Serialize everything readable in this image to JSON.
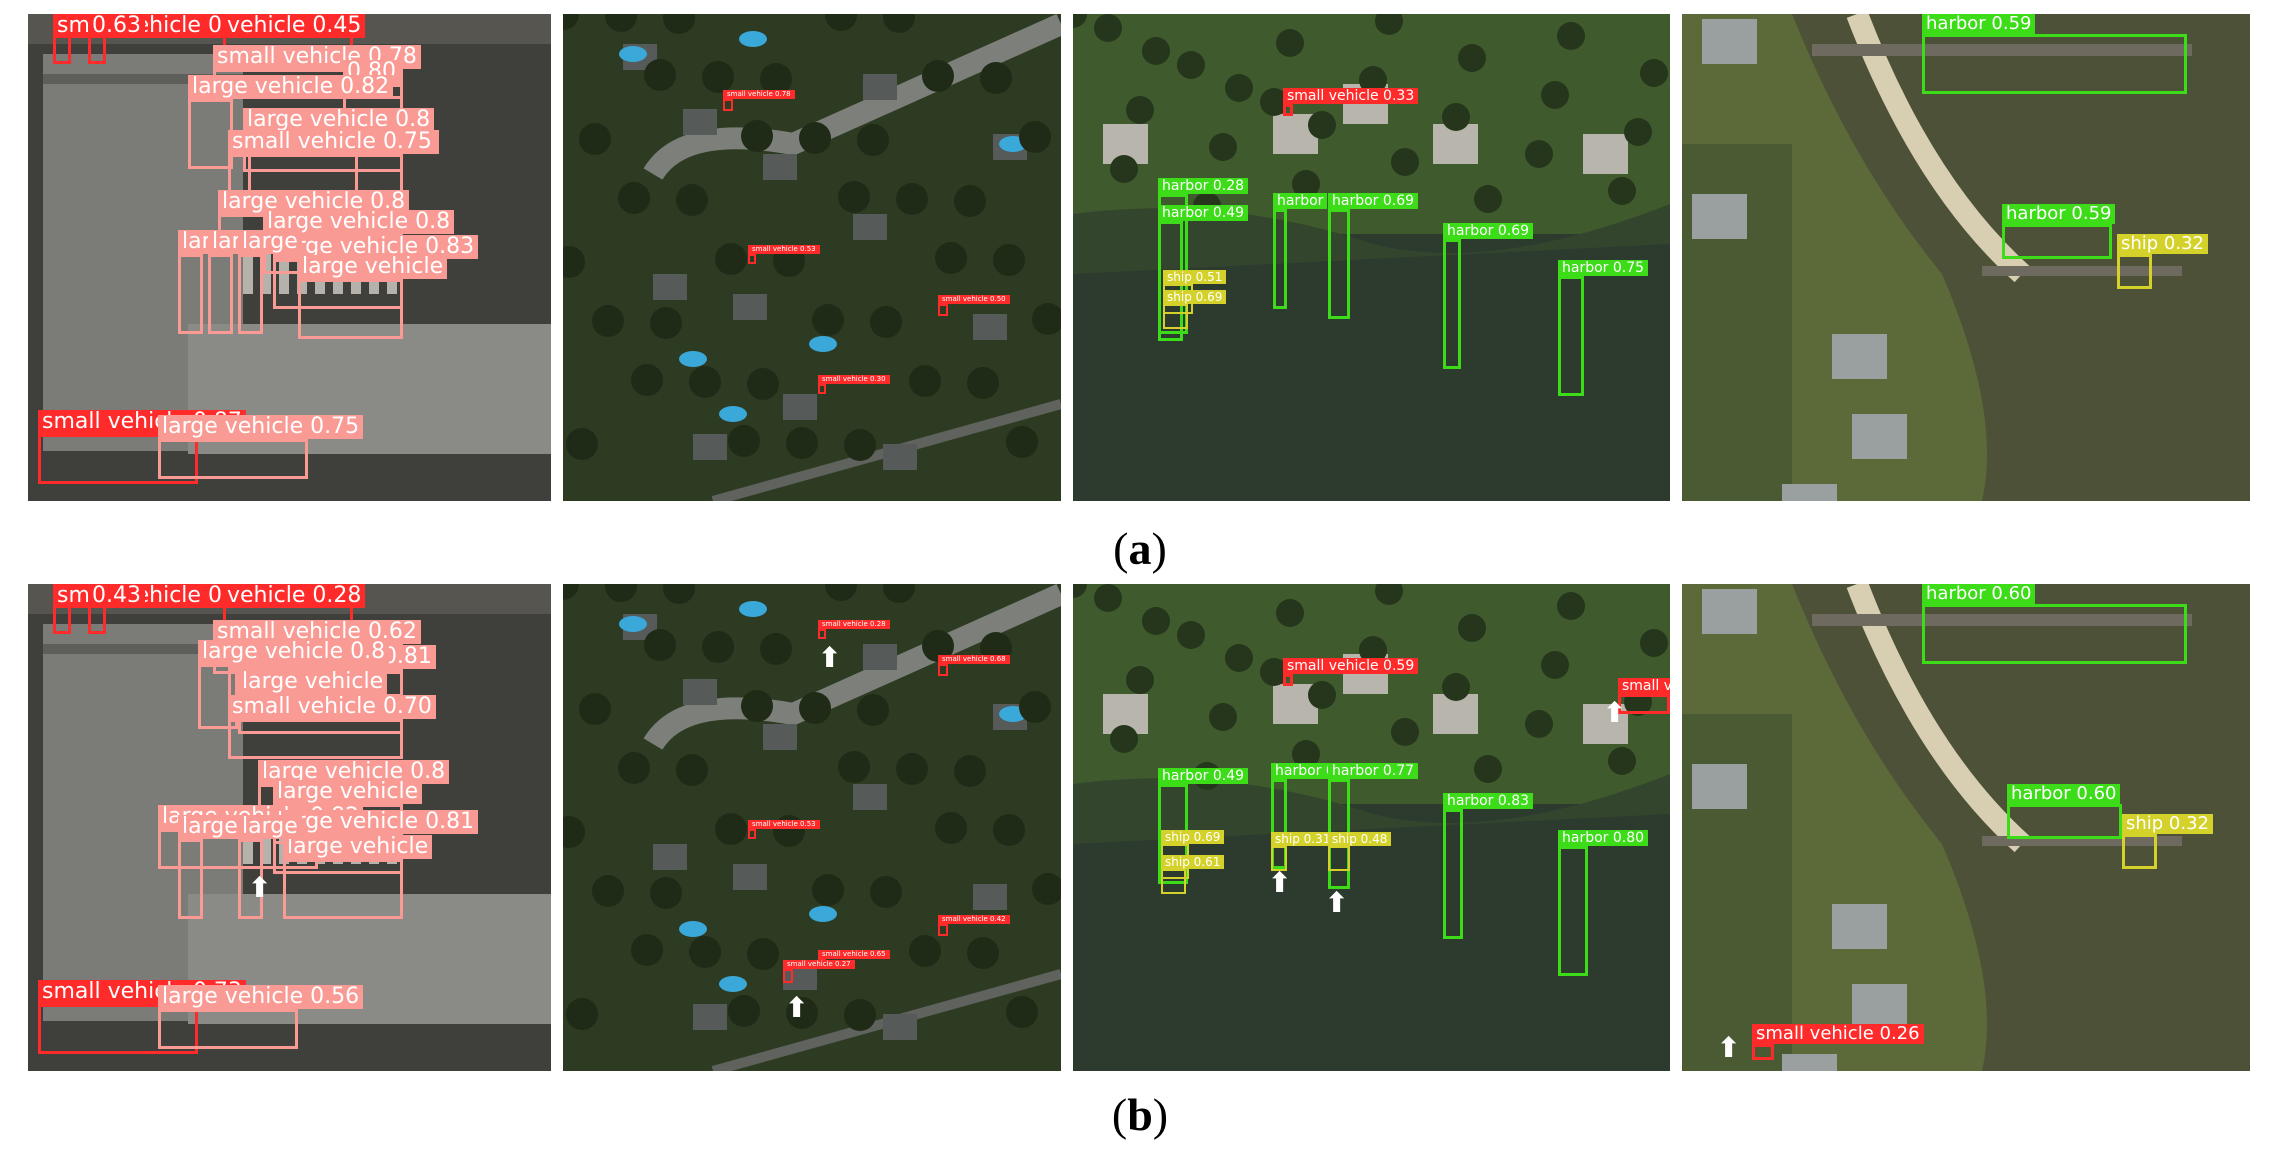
{
  "colors": {
    "small_vehicle": "#ff2a2a",
    "large_vehicle": "#f99a94",
    "harbor": "#3ddc19",
    "ship": "#d4d22a"
  },
  "rows": [
    {
      "caption": "a",
      "panels": [
        {
          "kind": "parking",
          "detections": [
            {
              "cls": "small_vehicle",
              "text": "small vehicle 0.81"
            },
            {
              "cls": "small_vehicle",
              "text": "0.63"
            },
            {
              "cls": "small_vehicle",
              "text": "vehicle 0.45"
            },
            {
              "cls": "large_vehicle",
              "text": "small vehicle 0.78"
            },
            {
              "cls": "large_vehicle",
              "text": "0.80"
            },
            {
              "cls": "large_vehicle",
              "text": "large vehicle 0.82"
            },
            {
              "cls": "large_vehicle",
              "text": "large vehicle 0.8"
            },
            {
              "cls": "large_vehicle",
              "text": "large vehicle 0.8"
            },
            {
              "cls": "large_vehicle",
              "text": "small vehicle 0.75"
            },
            {
              "cls": "large_vehicle",
              "text": "large vehicle 0.8"
            },
            {
              "cls": "large_vehicle",
              "text": "large vehicle 0.8"
            },
            {
              "cls": "large_vehicle",
              "text": "large vehicle 0.83"
            },
            {
              "cls": "large_vehicle",
              "text": "large vehicle"
            },
            {
              "cls": "large_vehicle",
              "text": "large"
            },
            {
              "cls": "large_vehicle",
              "text": "large"
            },
            {
              "cls": "large_vehicle",
              "text": "large"
            },
            {
              "cls": "small_vehicle",
              "text": "small vehicle 0.87"
            },
            {
              "cls": "large_vehicle",
              "text": "large vehicle 0.75"
            }
          ]
        },
        {
          "kind": "suburb",
          "detections": [
            {
              "cls": "small_vehicle",
              "text": "small vehicle 0.78"
            },
            {
              "cls": "small_vehicle",
              "text": "small vehicle 0.53"
            },
            {
              "cls": "small_vehicle",
              "text": "small vehicle 0.50"
            },
            {
              "cls": "small_vehicle",
              "text": "small vehicle 0.30"
            }
          ]
        },
        {
          "kind": "lake",
          "detections": [
            {
              "cls": "small_vehicle",
              "text": "small vehicle 0.33"
            },
            {
              "cls": "harbor",
              "text": "harbor 0.28"
            },
            {
              "cls": "harbor",
              "text": "harbor 0.49"
            },
            {
              "cls": "harbor",
              "text": "harbor"
            },
            {
              "cls": "harbor",
              "text": "harbor 0.69"
            },
            {
              "cls": "harbor",
              "text": "harbor 0.69"
            },
            {
              "cls": "harbor",
              "text": "harbor 0.75"
            },
            {
              "cls": "ship",
              "text": "ship 0.51"
            },
            {
              "cls": "ship",
              "text": "ship 0.69"
            }
          ]
        },
        {
          "kind": "shore",
          "detections": [
            {
              "cls": "harbor",
              "text": "harbor 0.59"
            },
            {
              "cls": "harbor",
              "text": "harbor 0.59"
            },
            {
              "cls": "ship",
              "text": "ship 0.32"
            }
          ]
        }
      ]
    },
    {
      "caption": "b",
      "panels": [
        {
          "kind": "parking",
          "detections": [
            {
              "cls": "small_vehicle",
              "text": "small vehicle 0.62"
            },
            {
              "cls": "small_vehicle",
              "text": "0.43"
            },
            {
              "cls": "small_vehicle",
              "text": "vehicle 0.28"
            },
            {
              "cls": "large_vehicle",
              "text": "small vehicle 0.62"
            },
            {
              "cls": "large_vehicle",
              "text": "small vehicle 0.81"
            },
            {
              "cls": "large_vehicle",
              "text": "large vehicle 0.8"
            },
            {
              "cls": "large_vehicle",
              "text": "large vehicle"
            },
            {
              "cls": "large_vehicle",
              "text": "small vehicle 0.70"
            },
            {
              "cls": "large_vehicle",
              "text": "large vehicle 0.8"
            },
            {
              "cls": "large_vehicle",
              "text": "large vehicle"
            },
            {
              "cls": "large_vehicle",
              "text": "large vehicle 0.82"
            },
            {
              "cls": "large_vehicle",
              "text": "large vehicle 0.81"
            },
            {
              "cls": "large_vehicle",
              "text": "large vehicle"
            },
            {
              "cls": "large_vehicle",
              "text": "large"
            },
            {
              "cls": "large_vehicle",
              "text": "large"
            },
            {
              "cls": "small_vehicle",
              "text": "small vehicle 0.73"
            },
            {
              "cls": "large_vehicle",
              "text": "large vehicle 0.56"
            }
          ]
        },
        {
          "kind": "suburb",
          "detections": [
            {
              "cls": "small_vehicle",
              "text": "small vehicle 0.28"
            },
            {
              "cls": "small_vehicle",
              "text": "small vehicle 0.68"
            },
            {
              "cls": "small_vehicle",
              "text": "small vehicle 0.53"
            },
            {
              "cls": "small_vehicle",
              "text": "small vehicle 0.42"
            },
            {
              "cls": "small_vehicle",
              "text": "small vehicle 0.65"
            },
            {
              "cls": "small_vehicle",
              "text": "small vehicle 0.27"
            }
          ]
        },
        {
          "kind": "lake",
          "detections": [
            {
              "cls": "small_vehicle",
              "text": "small vehicle 0.59"
            },
            {
              "cls": "small_vehicle",
              "text": "small vehicle"
            },
            {
              "cls": "harbor",
              "text": "harbor 0.49"
            },
            {
              "cls": "harbor",
              "text": "harbor 0.79"
            },
            {
              "cls": "harbor",
              "text": "harbor 0.77"
            },
            {
              "cls": "harbor",
              "text": "harbor 0.83"
            },
            {
              "cls": "harbor",
              "text": "harbor 0.80"
            },
            {
              "cls": "ship",
              "text": "ship 0.69"
            },
            {
              "cls": "ship",
              "text": "ship 0.61"
            },
            {
              "cls": "ship",
              "text": "ship 0.31"
            },
            {
              "cls": "ship",
              "text": "ship 0.48"
            }
          ]
        },
        {
          "kind": "shore",
          "detections": [
            {
              "cls": "harbor",
              "text": "harbor 0.60"
            },
            {
              "cls": "harbor",
              "text": "harbor 0.60"
            },
            {
              "cls": "ship",
              "text": "ship 0.32"
            },
            {
              "cls": "small_vehicle",
              "text": "small vehicle 0.26"
            }
          ]
        }
      ]
    }
  ]
}
